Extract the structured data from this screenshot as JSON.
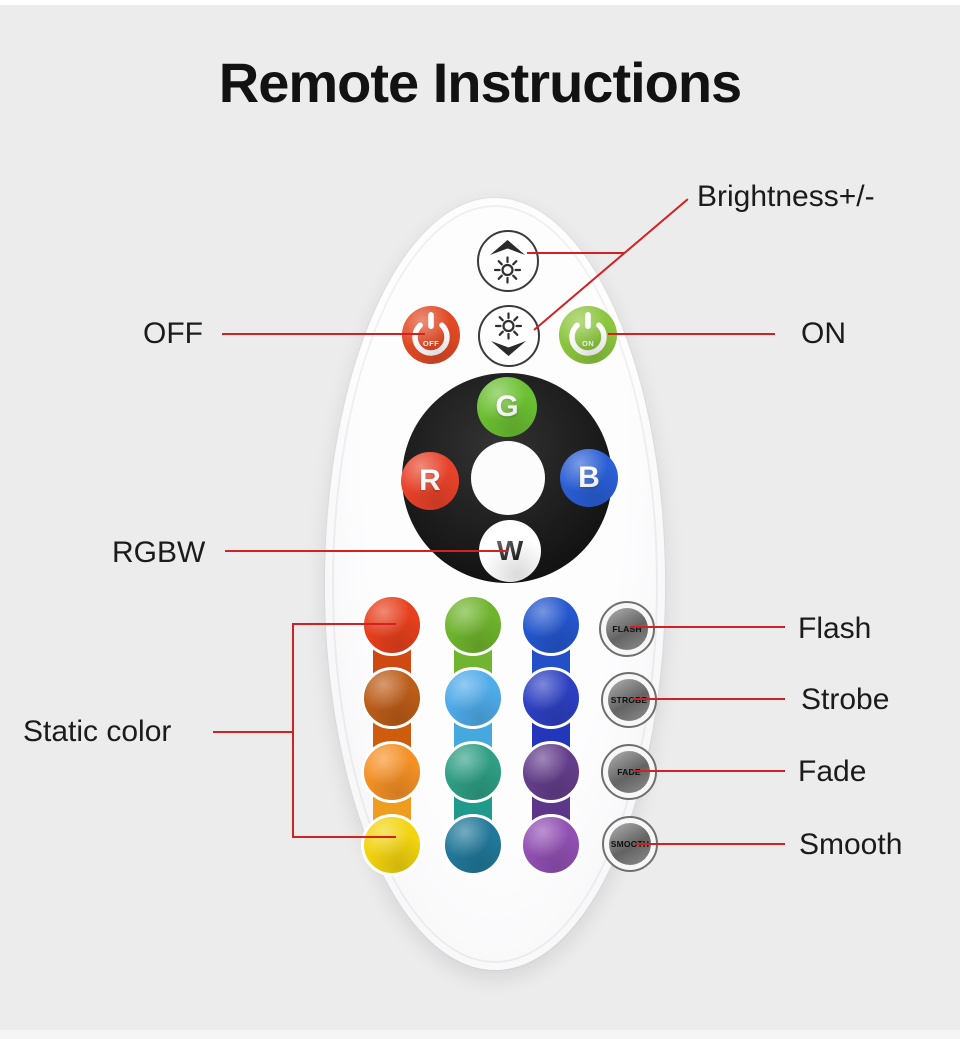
{
  "title": "Remote Instructions",
  "accent_red": "#d42020",
  "callouts": {
    "brightness": "Brightness+/-",
    "off": "OFF",
    "on": "ON",
    "rgbw": "RGBW",
    "static_color": "Static color",
    "flash": "Flash",
    "strobe": "Strobe",
    "fade": "Fade",
    "smooth": "Smooth"
  },
  "remote": {
    "power_off": {
      "label": "OFF",
      "color": "#e14a25"
    },
    "power_on": {
      "label": "ON",
      "color": "#8cc63e"
    },
    "dpad": {
      "g": {
        "label": "G",
        "color": "#6cc033"
      },
      "r": {
        "label": "R",
        "color": "#e8432a"
      },
      "b": {
        "label": "B",
        "color": "#2b5fd6"
      },
      "w": {
        "label": "W",
        "color": "#ffffff"
      }
    },
    "mode_buttons": [
      "FLASH",
      "STROBE",
      "FADE",
      "SMOOTH"
    ],
    "palette": {
      "colors": [
        [
          "#e7401d",
          "#6fb42d",
          "#2456cd"
        ],
        [
          "#bc5d19",
          "#4fabe9",
          "#2e40c2"
        ],
        [
          "#f49026",
          "#2f9e84",
          "#643e8b"
        ],
        [
          "#f2d410",
          "#22789a",
          "#9150b3"
        ]
      ],
      "connectors": [
        [
          "#cf4a12",
          "#70b42f",
          "#2350c9"
        ],
        [
          "#cd5d0c",
          "#46a9dd",
          "#2237b9"
        ],
        [
          "#ef9d1e",
          "#209a8a",
          "#5c3688"
        ]
      ]
    }
  }
}
